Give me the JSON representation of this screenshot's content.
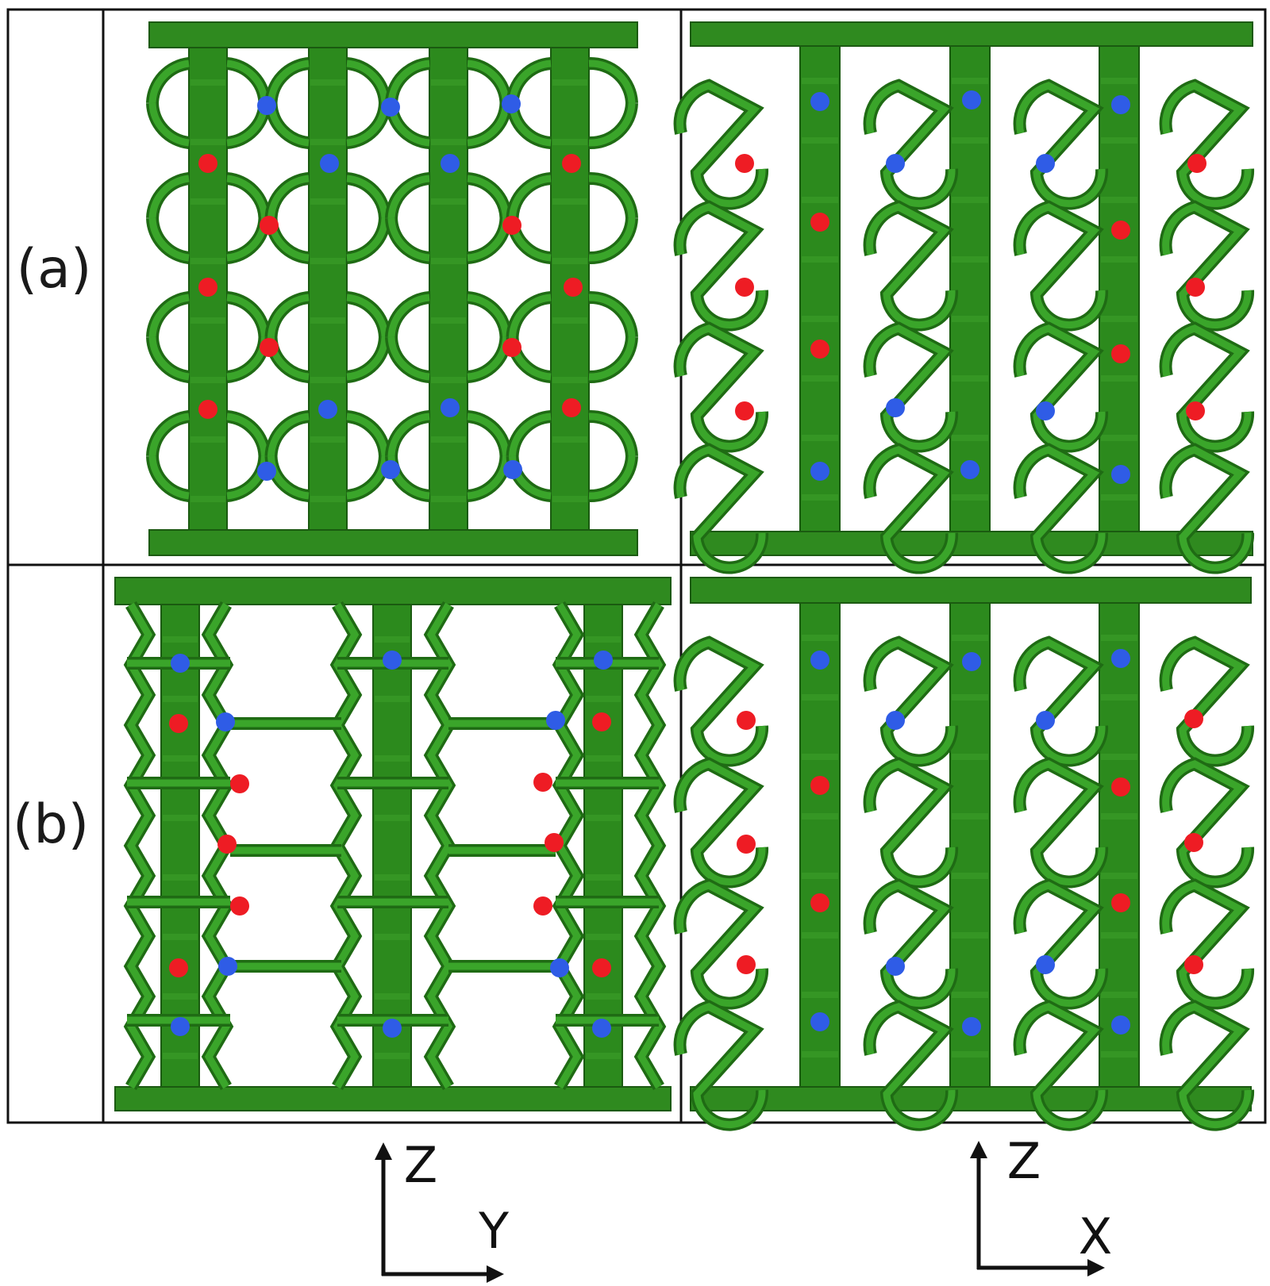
{
  "rows": [
    {
      "label": "(a)"
    },
    {
      "label": "(b)"
    }
  ],
  "axes": {
    "left": {
      "vertical": "Z",
      "horizontal": "Y"
    },
    "right": {
      "vertical": "Z",
      "horizontal": "X"
    }
  },
  "colors": {
    "structure": "#2c8a1d",
    "structure_dark": "#1a5a10",
    "marker_red": "#ee1c24",
    "marker_blue": "#2f5ce6",
    "frame": "#111111",
    "background": "#ffffff"
  },
  "markers": {
    "description_colors": [
      "red",
      "blue"
    ]
  }
}
